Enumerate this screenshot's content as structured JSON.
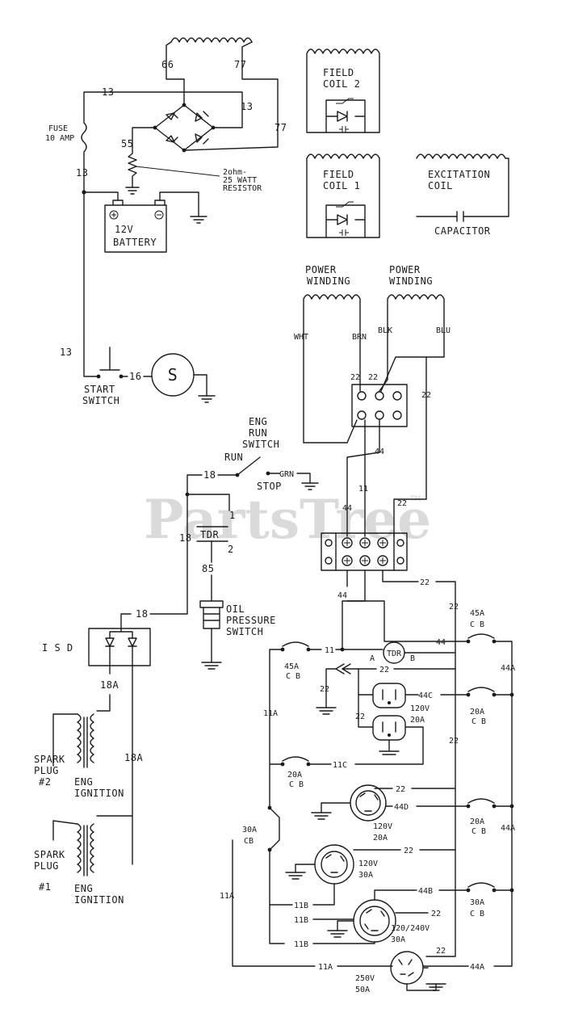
{
  "watermark": {
    "text": "PartsTree",
    "tm": "TM"
  },
  "charging": {
    "fuse_label_1": "FUSE",
    "fuse_label_2": "10 AMP",
    "resistor_label_1": "2ohm-",
    "resistor_label_2": "25 WATT",
    "resistor_label_3": "RESISTOR",
    "battery_label_1": "12V",
    "battery_label_2": "BATTERY",
    "wires": {
      "w66": "66",
      "w77a": "77",
      "w77b": "77",
      "w13a": "13",
      "w13b": "13",
      "w13c": "13",
      "w55": "55"
    }
  },
  "coils": {
    "field_coil_2": [
      "FIELD",
      "COIL 2"
    ],
    "field_coil_1": [
      "FIELD",
      "COIL 1"
    ],
    "excitation_coil": [
      "EXCITATION",
      "COIL"
    ],
    "capacitor": "CAPACITOR"
  },
  "windings": {
    "left_title": [
      "POWER",
      "WINDING"
    ],
    "right_title": [
      "POWER",
      "WINDING"
    ],
    "leads": {
      "wht": "WHT",
      "brn": "BRN",
      "blk": "BLK",
      "blu": "BLU"
    },
    "terminals": {
      "t22a": "22",
      "t22b": "22",
      "t22c": "22",
      "t44": "44"
    }
  },
  "start": {
    "wire_13": "13",
    "wire_16": "16",
    "starter": "S",
    "switch_label": [
      "START",
      "SWITCH"
    ]
  },
  "run_switch": {
    "title": [
      "ENG",
      "RUN",
      "SWITCH"
    ],
    "run": "RUN",
    "stop": "STOP",
    "grn": "GRN",
    "wire_18": "18"
  },
  "tdr": {
    "label": "TDR",
    "pin1": "1",
    "pin2": "2",
    "wire_18": "18",
    "wire_85": "85",
    "oil_switch": [
      "OIL",
      "PRESSURE",
      "SWITCH"
    ]
  },
  "ignition": {
    "isd": "I S D",
    "wire_18": "18",
    "wire_18a_1": "18A",
    "wire_18a_2": "18A",
    "plug2": [
      "SPARK",
      "PLUG",
      "#2"
    ],
    "plug1": [
      "SPARK",
      "PLUG",
      "#1"
    ],
    "eng_ign_1": [
      "ENG",
      "IGNITION"
    ],
    "eng_ign_2": [
      "ENG",
      "IGNITION"
    ]
  },
  "terminal_block": {
    "w44_top": "44",
    "w11": "11",
    "w22_top": "22",
    "w44_bottom": "44",
    "w22_right": "22"
  },
  "outlets": {
    "cb45": [
      "45A",
      "C B"
    ],
    "cb45_left": [
      "45A",
      "C B"
    ],
    "cb20_a": [
      "20A",
      "C B"
    ],
    "cb20_b": [
      "20A",
      "C B"
    ],
    "cb20_c": [
      "20A",
      "C B"
    ],
    "cb30": [
      "30A",
      "C B"
    ],
    "cb30_left": [
      "30A",
      "CB"
    ],
    "tdr": "TDR",
    "tdr_a": "A",
    "tdr_b": "B",
    "duplex": [
      "120V",
      "20A"
    ],
    "twist20": [
      "120V",
      "20A"
    ],
    "twist30": [
      "120V",
      "30A"
    ],
    "twist240": [
      "120/240V",
      "30A"
    ],
    "r250": [
      "250V",
      "50A"
    ],
    "wires": {
      "w11": "11",
      "w44": "44",
      "w22a": "22",
      "w22b": "22",
      "w22c": "22",
      "w22d": "22",
      "w22e": "22",
      "w22f": "22",
      "w22g": "22",
      "w22h": "22",
      "w22i": "22",
      "w44a_1": "44A",
      "w44a_2": "44A",
      "w44a_3": "44A",
      "w44c": "44C",
      "w44d": "44D",
      "w44b": "44B",
      "w11a_1": "11A",
      "w11a_2": "11A",
      "w11a_3": "11A",
      "w11b_1": "11B",
      "w11b_2": "11B",
      "w11b_3": "11B",
      "w11c": "11C"
    }
  }
}
